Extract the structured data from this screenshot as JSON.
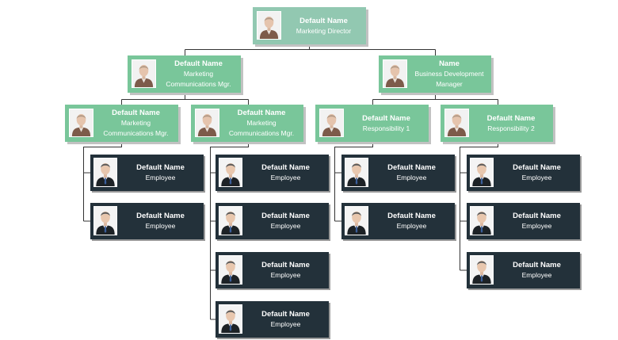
{
  "colors": {
    "manager_fill": "#79c69a",
    "director_fill": "#92c8b1",
    "employee_fill": "#23313a",
    "connector": "#333333",
    "text": "#ffffff"
  },
  "icons": {
    "manager_photo": "manager-avatar-icon",
    "employee_photo": "employee-avatar-icon"
  },
  "root": {
    "name": "Default Name",
    "title": "Marketing Director"
  },
  "level2": [
    {
      "name": "Default Name",
      "title": "Marketing\nCommunications Mgr."
    },
    {
      "name": "Name",
      "title": "Business Development\nManager"
    }
  ],
  "level3": [
    {
      "name": "Default Name",
      "title": "Marketing\nCommunications Mgr.",
      "employees": [
        {
          "name": "Default Name",
          "title": "Employee"
        },
        {
          "name": "Default Name",
          "title": "Employee"
        }
      ]
    },
    {
      "name": "Default Name",
      "title": "Marketing\nCommunications Mgr.",
      "employees": [
        {
          "name": "Default Name",
          "title": "Employee"
        },
        {
          "name": "Default Name",
          "title": "Employee"
        },
        {
          "name": "Default Name",
          "title": "Employee"
        },
        {
          "name": "Default Name",
          "title": "Employee"
        }
      ]
    },
    {
      "name": "Default Name",
      "title": "Responsibility 1",
      "employees": [
        {
          "name": "Default Name",
          "title": "Employee"
        },
        {
          "name": "Default Name",
          "title": "Employee"
        }
      ]
    },
    {
      "name": "Default Name",
      "title": "Responsibility 2",
      "employees": [
        {
          "name": "Default Name",
          "title": "Employee"
        },
        {
          "name": "Default Name",
          "title": "Employee"
        },
        {
          "name": "Default Name",
          "title": "Employee"
        }
      ]
    }
  ]
}
